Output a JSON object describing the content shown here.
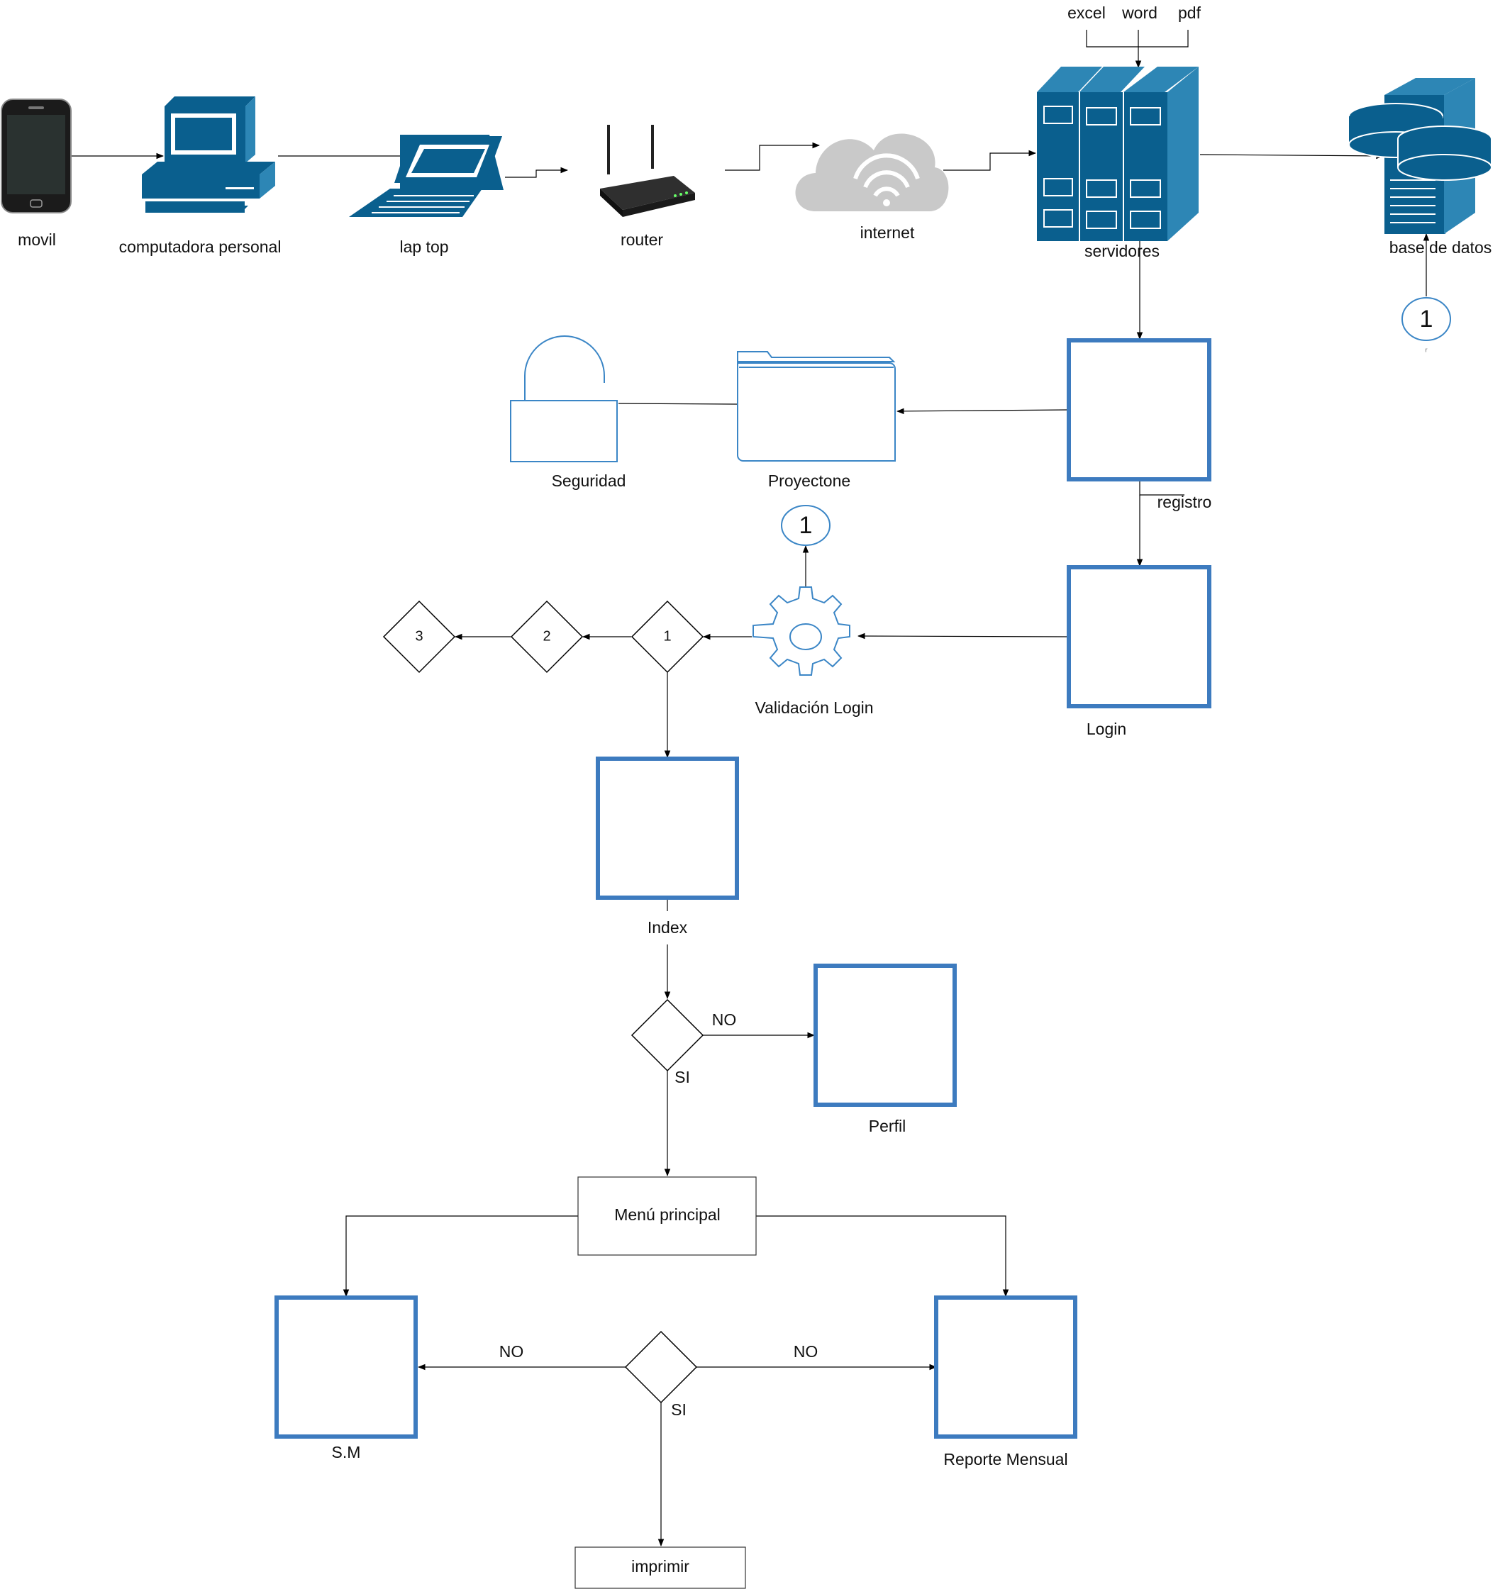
{
  "devices": {
    "movil": "movil",
    "computadora": "computadora personal",
    "laptop": "lap top",
    "router": "router",
    "internet": "internet",
    "servidores": "servidores",
    "base_datos": "base de datos"
  },
  "formats": [
    "excel",
    "word",
    "pdf"
  ],
  "connectors": {
    "ref_1": "1",
    "ref_1_small": "r"
  },
  "modules": {
    "seguridad": "Seguridad",
    "proyectone": "Proyectone",
    "registro": "registro",
    "login": "Login",
    "validacion": "Validación Login",
    "index": "Index",
    "perfil": "Perfil",
    "menu": "Menú principal",
    "sm": "S.M",
    "reporte": "Reporte Mensual",
    "imprimir": "imprimir"
  },
  "decisions": {
    "d1": "1",
    "d2": "2",
    "d3": "3"
  },
  "branches": {
    "no": "NO",
    "si": "SI"
  },
  "colors": {
    "device": "#0a5f8e",
    "screen_border": "#3d7bbf",
    "outline_icon": "#3b86c6"
  }
}
